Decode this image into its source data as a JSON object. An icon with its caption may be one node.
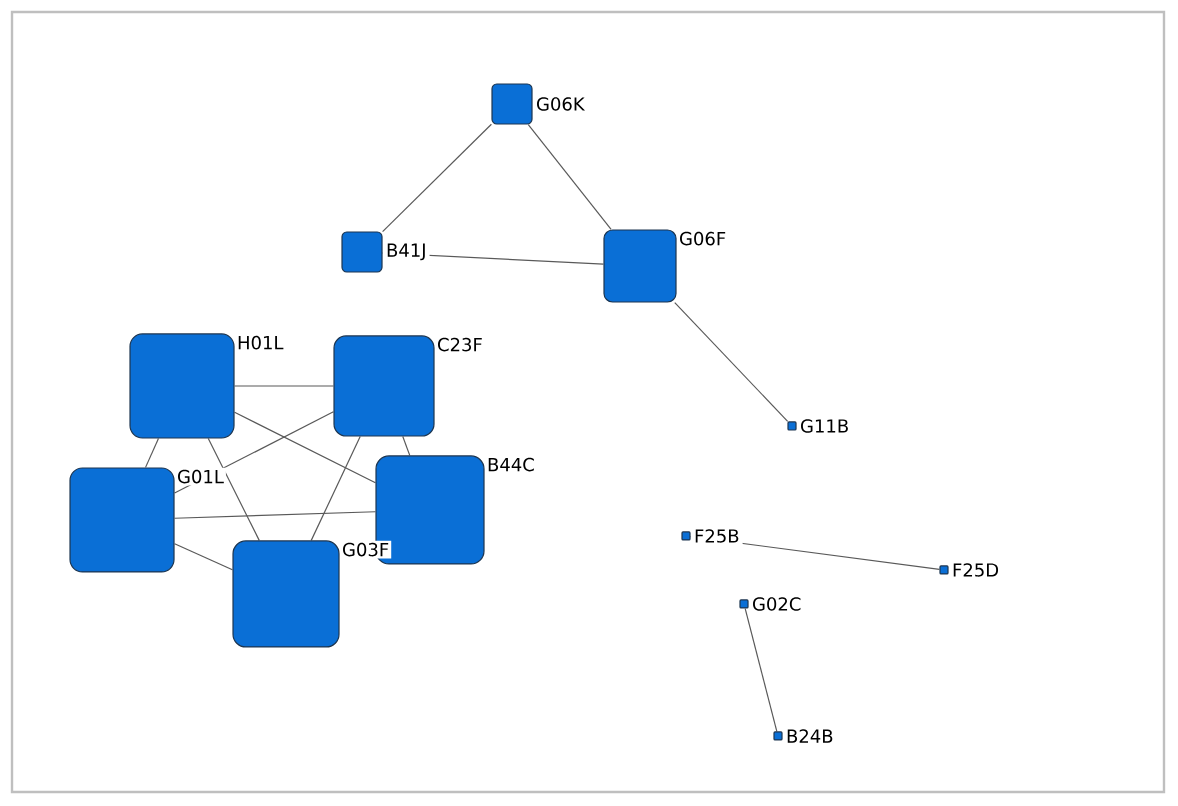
{
  "diagram": {
    "nodes": [
      {
        "text": [
          "G06K"
        ]
      },
      {
        "text": [
          "B41J"
        ]
      },
      {
        "text": [
          "G06F"
        ]
      },
      {
        "text": [
          "H01L"
        ]
      },
      {
        "text": [
          "C23F"
        ]
      },
      {
        "text": [
          "G11B"
        ]
      },
      {
        "text": [
          "G01L"
        ]
      },
      {
        "text": [
          "B44C"
        ]
      },
      {
        "text": [
          "G03F"
        ]
      },
      {
        "text": [
          "F25B"
        ]
      },
      {
        "text": [
          "F25D"
        ]
      },
      {
        "text": [
          "G02C"
        ]
      },
      {
        "text": [
          "B24B"
        ]
      }
    ],
    "edges": [
      {
        "from": 0,
        "to": 1,
        "arrow": "none"
      },
      {
        "from": 0,
        "to": 2,
        "arrow": "none"
      },
      {
        "from": 1,
        "to": 2,
        "arrow": "none"
      },
      {
        "from": 2,
        "to": 5,
        "arrow": "none"
      },
      {
        "from": 3,
        "to": 4,
        "arrow": "none"
      },
      {
        "from": 3,
        "to": 6,
        "arrow": "none"
      },
      {
        "from": 3,
        "to": 7,
        "arrow": "none"
      },
      {
        "from": 3,
        "to": 8,
        "arrow": "none"
      },
      {
        "from": 4,
        "to": 6,
        "arrow": "none"
      },
      {
        "from": 4,
        "to": 7,
        "arrow": "none"
      },
      {
        "from": 4,
        "to": 8,
        "arrow": "none"
      },
      {
        "from": 6,
        "to": 7,
        "arrow": "none"
      },
      {
        "from": 6,
        "to": 8,
        "arrow": "none"
      },
      {
        "from": 9,
        "to": 10,
        "arrow": "none"
      },
      {
        "from": 11,
        "to": 12,
        "arrow": "none"
      }
    ]
  }
}
